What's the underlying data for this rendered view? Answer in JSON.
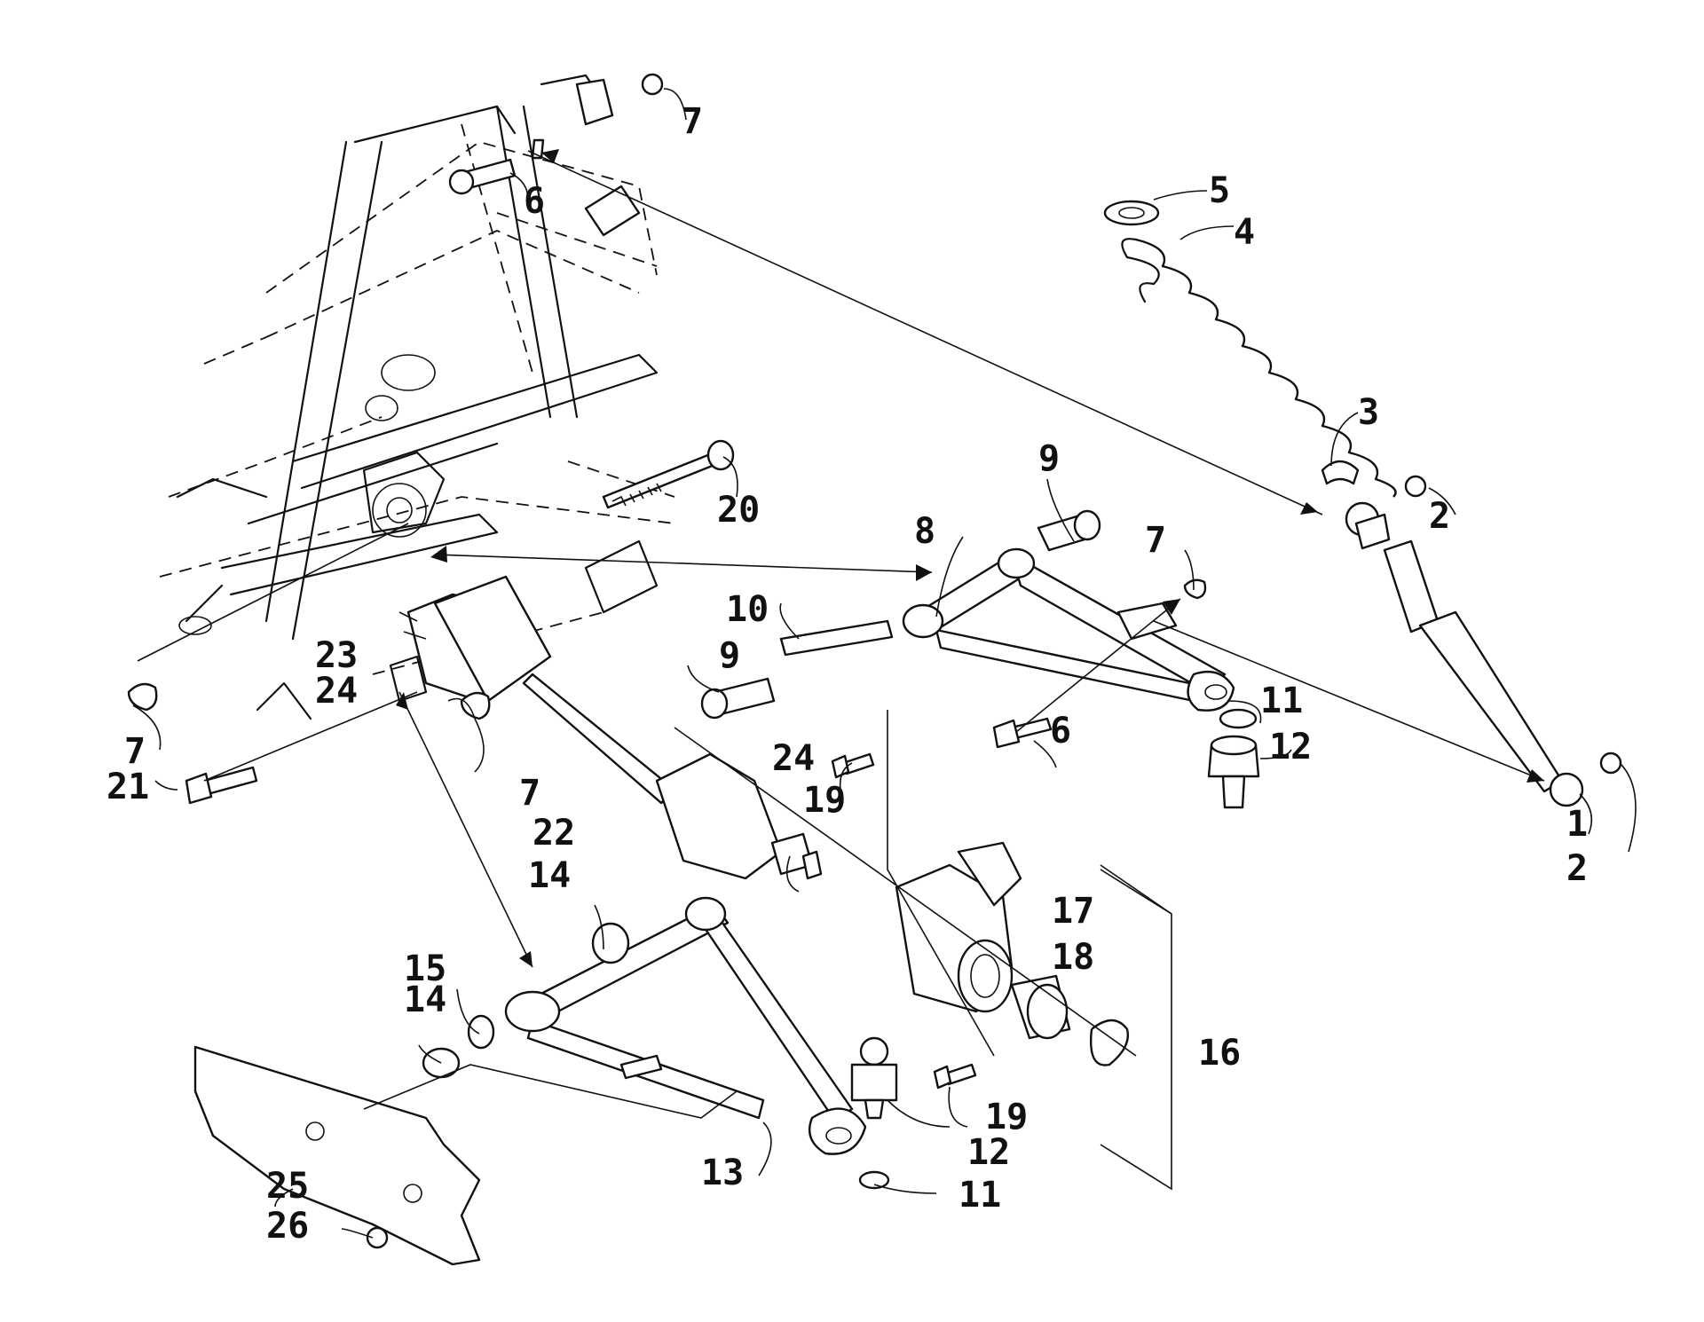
{
  "diagram": {
    "callouts": [
      {
        "id": "c1",
        "text": "1"
      },
      {
        "id": "c2a",
        "text": "2"
      },
      {
        "id": "c2b",
        "text": "2"
      },
      {
        "id": "c3",
        "text": "3"
      },
      {
        "id": "c4",
        "text": "4"
      },
      {
        "id": "c5",
        "text": "5"
      },
      {
        "id": "c6a",
        "text": "6"
      },
      {
        "id": "c6b",
        "text": "6"
      },
      {
        "id": "c7a",
        "text": "7"
      },
      {
        "id": "c7b",
        "text": "7"
      },
      {
        "id": "c7c",
        "text": "7"
      },
      {
        "id": "c7d",
        "text": "7"
      },
      {
        "id": "c8",
        "text": "8"
      },
      {
        "id": "c9a",
        "text": "9"
      },
      {
        "id": "c9b",
        "text": "9"
      },
      {
        "id": "c10",
        "text": "10"
      },
      {
        "id": "c11a",
        "text": "11"
      },
      {
        "id": "c11b",
        "text": "11"
      },
      {
        "id": "c12a",
        "text": "12"
      },
      {
        "id": "c12b",
        "text": "12"
      },
      {
        "id": "c13",
        "text": "13"
      },
      {
        "id": "c14a",
        "text": "14"
      },
      {
        "id": "c14b",
        "text": "14"
      },
      {
        "id": "c15",
        "text": "15"
      },
      {
        "id": "c16",
        "text": "16"
      },
      {
        "id": "c17",
        "text": "17"
      },
      {
        "id": "c18",
        "text": "18"
      },
      {
        "id": "c19a",
        "text": "19"
      },
      {
        "id": "c19b",
        "text": "19"
      },
      {
        "id": "c20",
        "text": "20"
      },
      {
        "id": "c21",
        "text": "21"
      },
      {
        "id": "c22",
        "text": "22"
      },
      {
        "id": "c23",
        "text": "23"
      },
      {
        "id": "c24a",
        "text": "24"
      },
      {
        "id": "c24b",
        "text": "24"
      },
      {
        "id": "c25",
        "text": "25"
      },
      {
        "id": "c26",
        "text": "26"
      }
    ]
  }
}
